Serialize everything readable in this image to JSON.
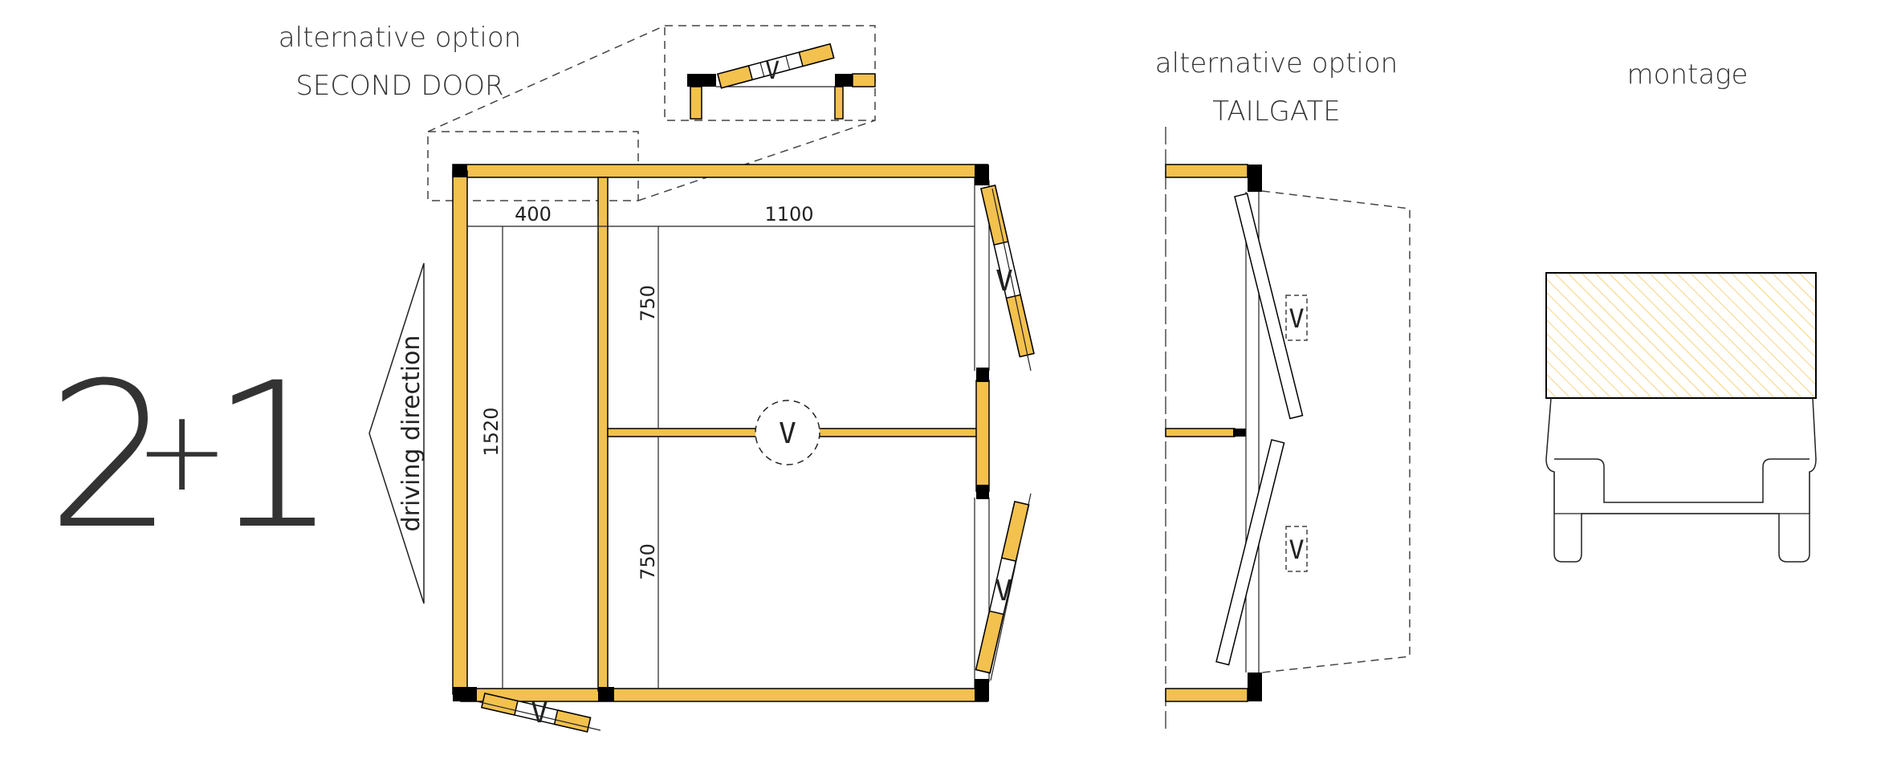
{
  "config_label": "2+1",
  "config": {
    "left": "2",
    "op": "+",
    "right": "1"
  },
  "direction_label": "driving direction",
  "second_door": {
    "line1": "alternative option",
    "line2": "SECOND DOOR"
  },
  "tailgate": {
    "line1": "alternative option",
    "line2": "TAILGATE"
  },
  "montage_label": "montage",
  "dimensions": {
    "d400": "400",
    "d1100": "1100",
    "d750_top": "750",
    "d750_bottom": "750",
    "d1520": "1520"
  },
  "valve_label": "V",
  "colors": {
    "timber": "#f2c14e",
    "post": "#000000",
    "line": "#222222",
    "hatch": "#f2c14e"
  }
}
